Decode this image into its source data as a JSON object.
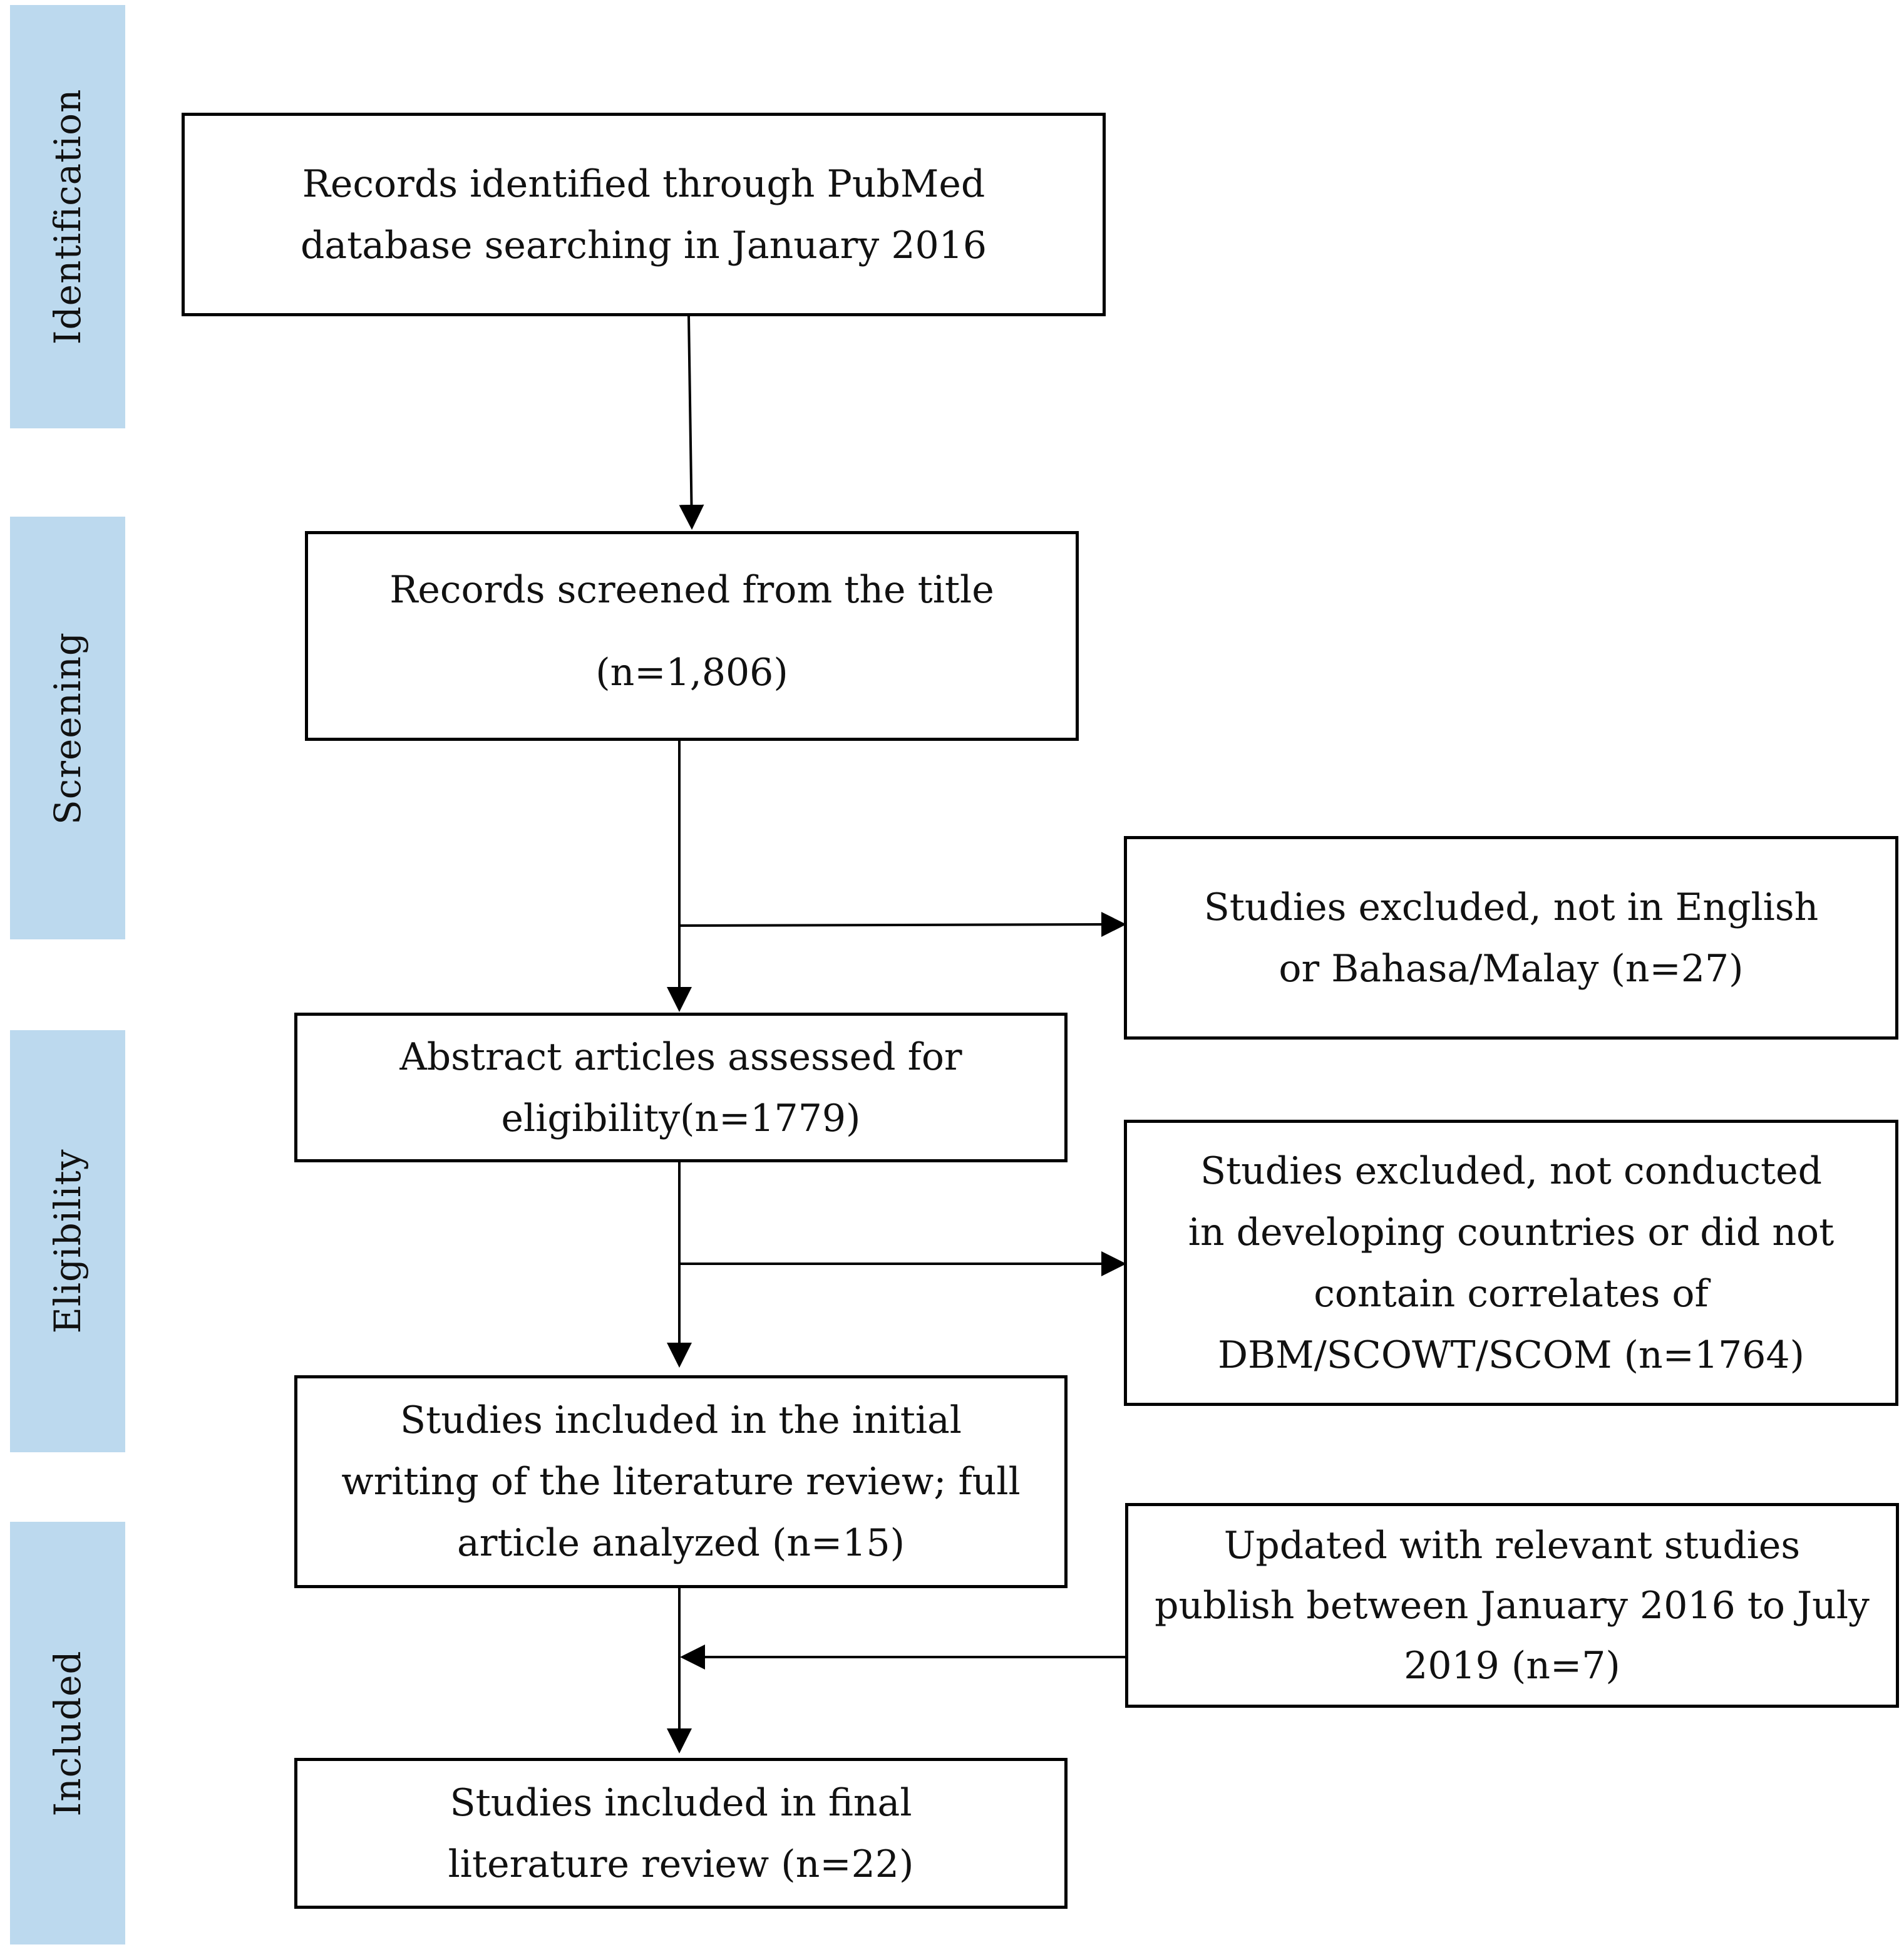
{
  "stages": {
    "identification": "Identification",
    "screening": "Screening",
    "eligibility": "Eligibility",
    "included": "Included"
  },
  "boxes": {
    "identified": "Records identified through PubMed database searching in January 2016",
    "screened_title": "Records screened from the title",
    "screened_count": "(n=1,806)",
    "excluded_language": "Studies excluded, not in English or Bahasa/Malay (n=27)",
    "abstract_assessed": "Abstract articles assessed for eligibility(n=1779)",
    "excluded_country": "Studies excluded, not conducted in developing countries or did not contain correlates of DBM/SCOWT/SCOM (n=1764)",
    "initial_included": "Studies included in the initial writing of the literature review; full article analyzed (n=15)",
    "updated": "Updated with relevant studies publish between January 2016 to July 2019 (n=7)",
    "final_included": "Studies included in final literature review (n=22)"
  },
  "colors": {
    "stage_fill": "#bcd9ee",
    "border": "#000000"
  }
}
